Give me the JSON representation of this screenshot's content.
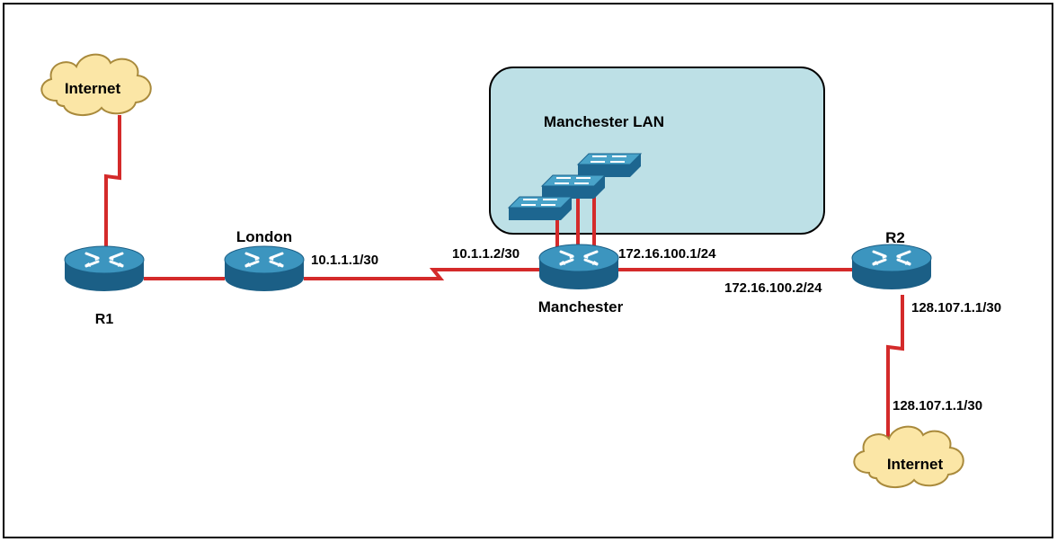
{
  "colors": {
    "link": "#d42a2a",
    "cloud_fill": "#fbe6a6",
    "cloud_stroke": "#a98a3c",
    "lan_fill": "#bde0e6",
    "router_top": "#3c95bf",
    "router_side": "#1b5f86",
    "switch_top": "#49a3c9",
    "switch_side": "#1d6690",
    "frame": "#000000"
  },
  "clouds": {
    "internet_top": {
      "label": "Internet",
      "icon": "cloud-icon"
    },
    "internet_bottom": {
      "label": "Internet",
      "icon": "cloud-icon"
    }
  },
  "routers": {
    "r1": {
      "label": "R1",
      "icon": "router-icon"
    },
    "london": {
      "label": "London",
      "icon": "router-icon"
    },
    "manchester": {
      "label": "Manchester",
      "icon": "router-icon"
    },
    "r2": {
      "label": "R2",
      "icon": "router-icon"
    }
  },
  "lan": {
    "label": "Manchester LAN",
    "switches": [
      {
        "icon": "switch-icon"
      },
      {
        "icon": "switch-icon"
      },
      {
        "icon": "switch-icon"
      }
    ]
  },
  "addresses": {
    "london_serial": "10.1.1.1/30",
    "manchester_serial": "10.1.1.2/30",
    "manchester_lan_side": "172.16.100.1/24",
    "r2_lan_side": "172.16.100.2/24",
    "r2_wan": "128.107.1.1/30",
    "internet_wan": "128.107.1.1/30"
  }
}
